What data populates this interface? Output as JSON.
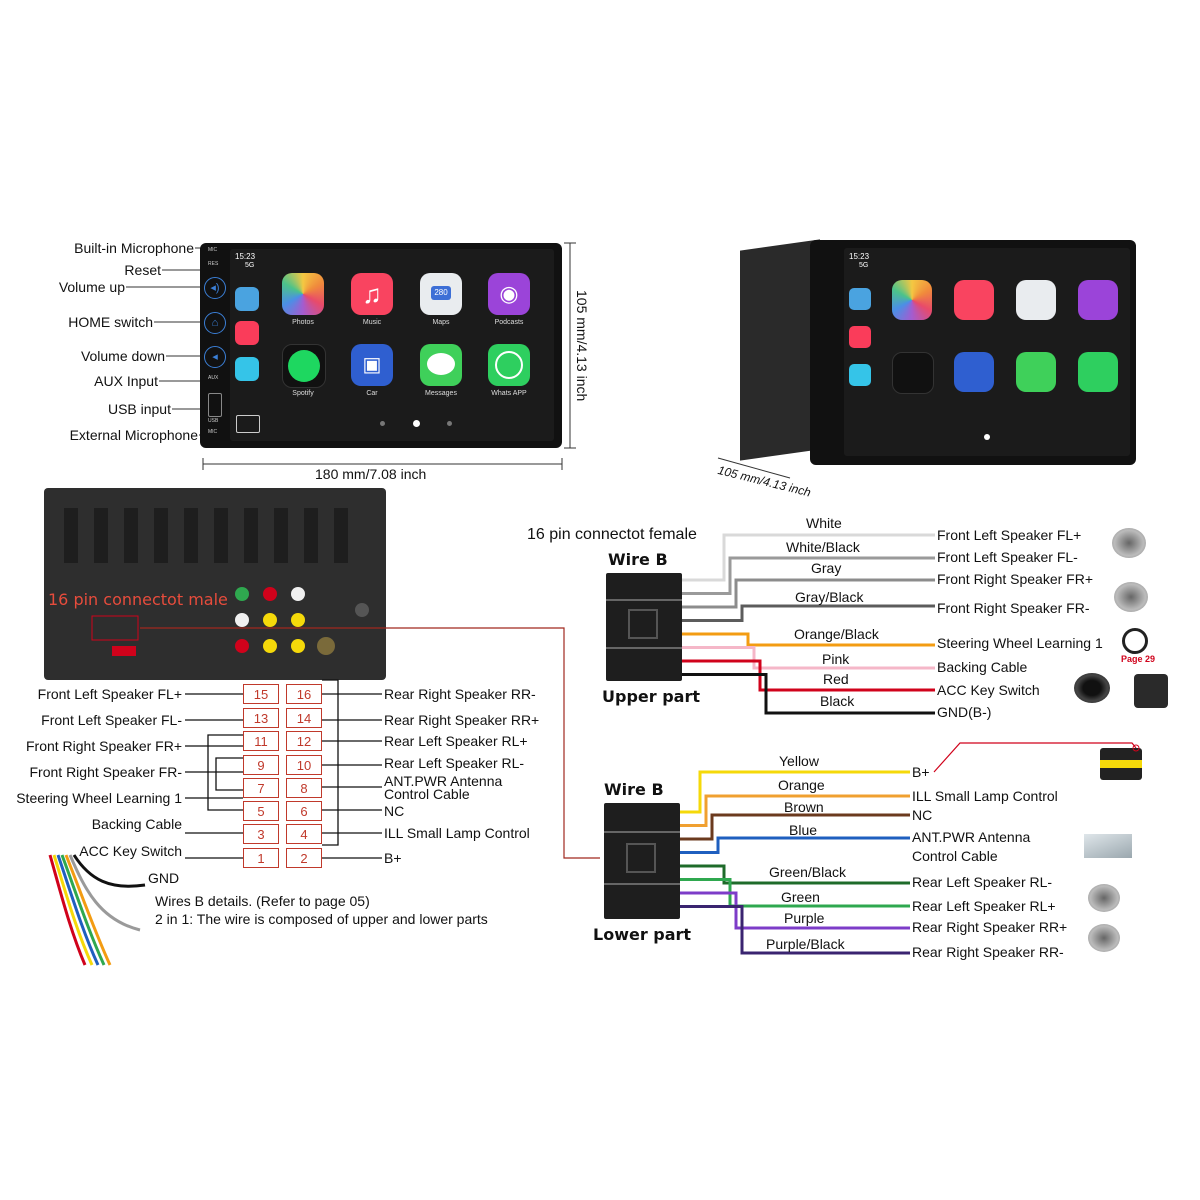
{
  "front_unit": {
    "labels": {
      "builtin_mic": "Built-in Microphone",
      "reset": "Reset",
      "volume_up": "Volume up",
      "home_switch": "HOME switch",
      "volume_down": "Volume down",
      "aux_input": "AUX Input",
      "usb_input": "USB input",
      "external_mic": "External Microphone"
    },
    "small_labels": {
      "mic": "MIC",
      "res": "RES",
      "aux": "AUX",
      "usb": "USB",
      "mic2": "MIC"
    },
    "width_dim": "180 mm/7.08 inch",
    "height_dim": "105 mm/4.13 inch",
    "status_time": "15:23",
    "status_net": "5G",
    "apps_row1": [
      "Photos",
      "Music",
      "Maps",
      "Podcasts"
    ],
    "apps_row2": [
      "Spotify",
      "Car",
      "Messages",
      "Whats APP"
    ],
    "maps_badge": "280"
  },
  "side_unit": {
    "depth_dim": "105 mm/4.13 inch",
    "status_time": "15:23",
    "status_net": "5G"
  },
  "rear_panel": {
    "male_label": "16 pin connectot male"
  },
  "pinout": {
    "left_labels": [
      "Front Left Speaker FL+",
      "Front Left Speaker FL-",
      "Front Right Speaker FR+",
      "Front Right Speaker FR-",
      "Steering Wheel Learning 1",
      "Backing Cable",
      "ACC Key Switch",
      "GND"
    ],
    "right_labels": [
      "Rear Right Speaker RR-",
      "Rear Right Speaker RR+",
      "Rear Left Speaker RL+",
      "Rear Left Speaker RL-",
      "ANT.PWR Antenna",
      "Control Cable",
      "NC",
      "ILL Small Lamp Control",
      "B+"
    ],
    "pins_left": [
      "15",
      "13",
      "11",
      "9",
      "7",
      "5",
      "3",
      "1"
    ],
    "pins_right": [
      "16",
      "14",
      "12",
      "10",
      "8",
      "6",
      "4",
      "2"
    ],
    "note1": "Wires B details. (Refer to page 05)",
    "note2": "2 in 1: The wire is composed of upper and lower parts"
  },
  "upper": {
    "female_label": "16 pin connectot female",
    "wire_label": "Wire B",
    "part_label": "Upper part",
    "wires": [
      {
        "color_name": "White",
        "hex": "#d9d9d9",
        "dest": "Front Left Speaker FL+"
      },
      {
        "color_name": "White/Black",
        "hex": "#9a9a9a",
        "dest": "Front Left Speaker FL-"
      },
      {
        "color_name": "Gray",
        "hex": "#8c8c8c",
        "dest": "Front Right Speaker FR+"
      },
      {
        "color_name": "Gray/Black",
        "hex": "#5c5c5c",
        "dest": "Front Right Speaker FR-"
      },
      {
        "color_name": "Orange/Black",
        "hex": "#f39c12",
        "dest": "Steering Wheel Learning 1"
      },
      {
        "color_name": "Pink",
        "hex": "#f5b7c8",
        "dest": "Backing Cable"
      },
      {
        "color_name": "Red",
        "hex": "#d0021b",
        "dest": "ACC Key Switch"
      },
      {
        "color_name": "Black",
        "hex": "#111111",
        "dest": "GND(B-)"
      }
    ],
    "page_ref": "Page 29"
  },
  "lower": {
    "wire_label": "Wire B",
    "part_label": "Lower part",
    "wires": [
      {
        "color_name": "Yellow",
        "hex": "#f5d90a",
        "dest": "B+"
      },
      {
        "color_name": "Orange",
        "hex": "#f0a030",
        "dest": "ILL Small Lamp Control"
      },
      {
        "color_name": "Brown",
        "hex": "#6b3a1e",
        "dest": "NC"
      },
      {
        "color_name": "Blue",
        "hex": "#1f5fbf",
        "dest": "ANT.PWR Antenna"
      },
      {
        "color_name": "Green/Black",
        "hex": "#1e6b2a",
        "dest": "Rear Left Speaker RL-"
      },
      {
        "color_name": "Green",
        "hex": "#2fa84f",
        "dest": "Rear Left Speaker RL+"
      },
      {
        "color_name": "Purple",
        "hex": "#7d3cc8",
        "dest": "Rear Right Speaker RR+"
      },
      {
        "color_name": "Purple/Black",
        "hex": "#3a2470",
        "dest": "Rear Right Speaker RR-"
      }
    ],
    "antenna_extra": "Control Cable"
  }
}
